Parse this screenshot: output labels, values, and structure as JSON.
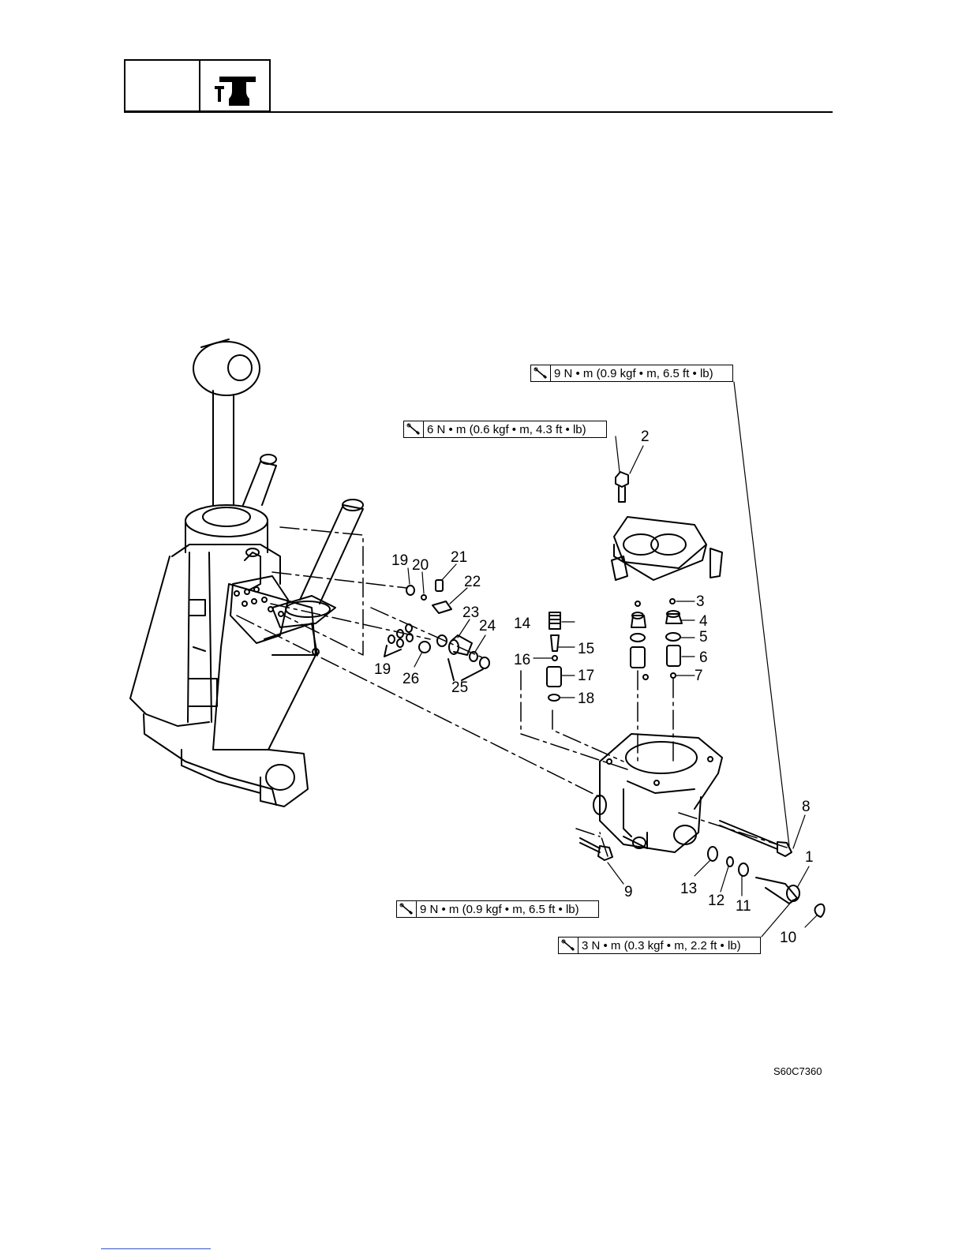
{
  "header": {
    "section_icon": "hammer-tool-icon"
  },
  "torque_specs": [
    {
      "id": "t1",
      "text": "9 N • m (0.9 kgf • m, 6.5 ft • lb)",
      "icon": "torque-wrench-icon"
    },
    {
      "id": "t2",
      "text": "6 N • m (0.6 kgf • m, 4.3 ft • lb)",
      "icon": "torque-wrench-icon"
    },
    {
      "id": "t3",
      "text": "9 N • m (0.9 kgf • m, 6.5 ft • lb)",
      "icon": "torque-wrench-icon"
    },
    {
      "id": "t4",
      "text": "3 N • m (0.3 kgf • m, 2.2 ft • lb)",
      "icon": "torque-wrench-icon"
    }
  ],
  "callouts": {
    "c1": "1",
    "c2": "2",
    "c3": "3",
    "c4": "4",
    "c5": "5",
    "c6": "6",
    "c7": "7",
    "c8": "8",
    "c9": "9",
    "c10": "10",
    "c11": "11",
    "c12": "12",
    "c13": "13",
    "c14": "14",
    "c15": "15",
    "c16": "16",
    "c17": "17",
    "c18": "18",
    "c19a": "19",
    "c19b": "19",
    "c20": "20",
    "c21": "21",
    "c22": "22",
    "c23": "23",
    "c24": "24",
    "c25": "25",
    "c26": "26"
  },
  "diagram_code": "S60C7360"
}
